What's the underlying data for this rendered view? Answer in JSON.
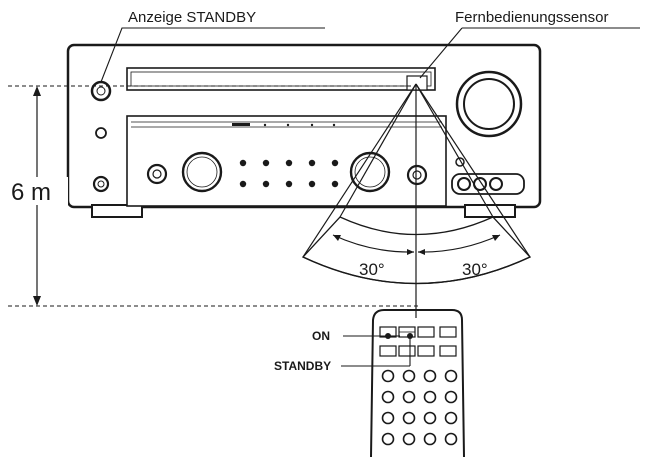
{
  "labels": {
    "standby_indicator": "Anzeige STANDBY",
    "remote_sensor": "Fernbedienungssensor",
    "distance": "6 m",
    "angle_left": "30°",
    "angle_right": "30°",
    "on_button": "ON",
    "standby_button": "STANDBY"
  },
  "icons": {
    "receiver": "av-receiver-front-panel",
    "remote": "remote-control"
  },
  "colors": {
    "line": "#1a1a1a",
    "panel_fill": "#ffffff",
    "fan_fill": "#ffffff"
  }
}
